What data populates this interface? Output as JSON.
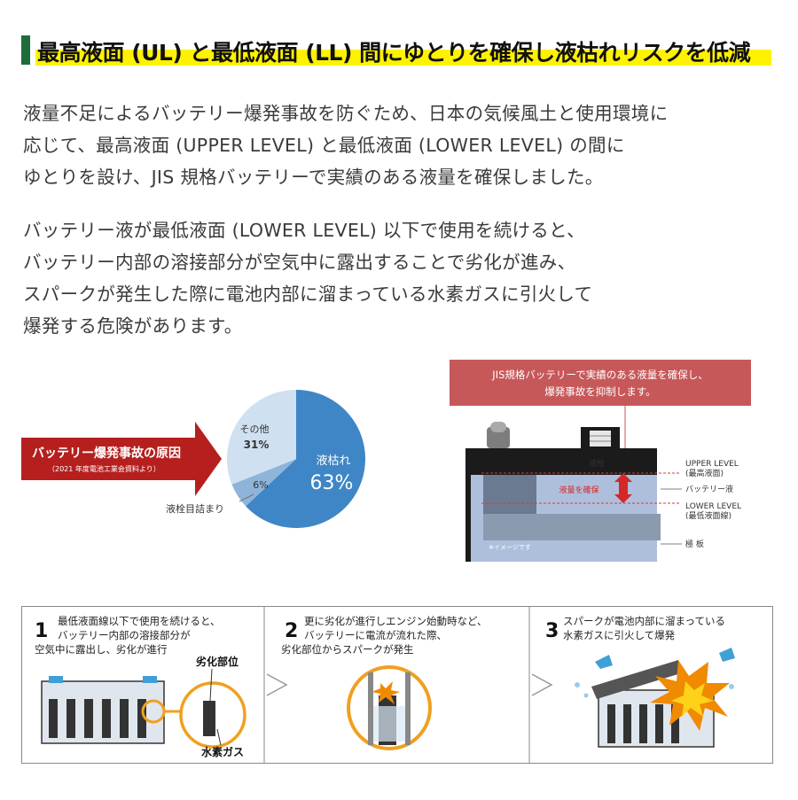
{
  "header": {
    "title": "最高液面 (UL) と最低液面 (LL) 間にゆとりを確保し液枯れリスクを低減"
  },
  "paragraph1": [
    "液量不足によるバッテリー爆発事故を防ぐため、日本の気候風土と使用環境に",
    "応じて、最高液面 (UPPER LEVEL) と最低液面 (LOWER LEVEL) の間に",
    "ゆとりを設け、JIS 規格バッテリーで実績のある液量を確保しました。"
  ],
  "paragraph2": [
    "バッテリー液が最低液面 (LOWER LEVEL) 以下で使用を続けると、",
    "バッテリー内部の溶接部分が空気中に露出することで劣化が進み、",
    "スパークが発生した際に電池内部に溜まっている水素ガスに引火して",
    "爆発する危険があります。"
  ],
  "cause": {
    "title": "バッテリー爆発事故の原因",
    "source": "（2021 年度電池工業会資料より）"
  },
  "chart_data": {
    "type": "pie",
    "categories": [
      "液枯れ",
      "液栓目詰まり",
      "その他"
    ],
    "values": [
      63,
      6,
      31
    ],
    "value_labels": [
      "63%",
      "6%",
      "31%"
    ],
    "colors": [
      "#3f86c6",
      "#8fb4da",
      "#cfe0f0"
    ]
  },
  "battery_figure": {
    "banner_line1": "JIS規格バッテリーで実績のある液量を確保し、",
    "banner_line2": "爆発事故を抑制します。",
    "cap_label": "液栓",
    "gap_label": "液量を確保",
    "upper_level": "UPPER LEVEL",
    "upper_level_jp": "(最高液面)",
    "fluid_label": "バッテリー液",
    "lower_level": "LOWER LEVEL",
    "lower_level_jp": "(最低液面線)",
    "plate_label": "極 板",
    "image_note": "※イメージです",
    "banner_color": "#c7585a"
  },
  "steps": [
    {
      "num": "1",
      "lines": [
        "最低液面線以下で使用を続けると、",
        "バッテリー内部の溶接部分が",
        "空気中に露出し、劣化が進行"
      ],
      "label_a": "劣化部位",
      "label_b": "水素ガス"
    },
    {
      "num": "2",
      "lines": [
        "更に劣化が進行しエンジン始動時など、",
        "バッテリーに電流が流れた際、",
        "劣化部位からスパークが発生"
      ]
    },
    {
      "num": "3",
      "lines": [
        "スパークが電池内部に溜まっている",
        "水素ガスに引火して爆発"
      ]
    }
  ]
}
